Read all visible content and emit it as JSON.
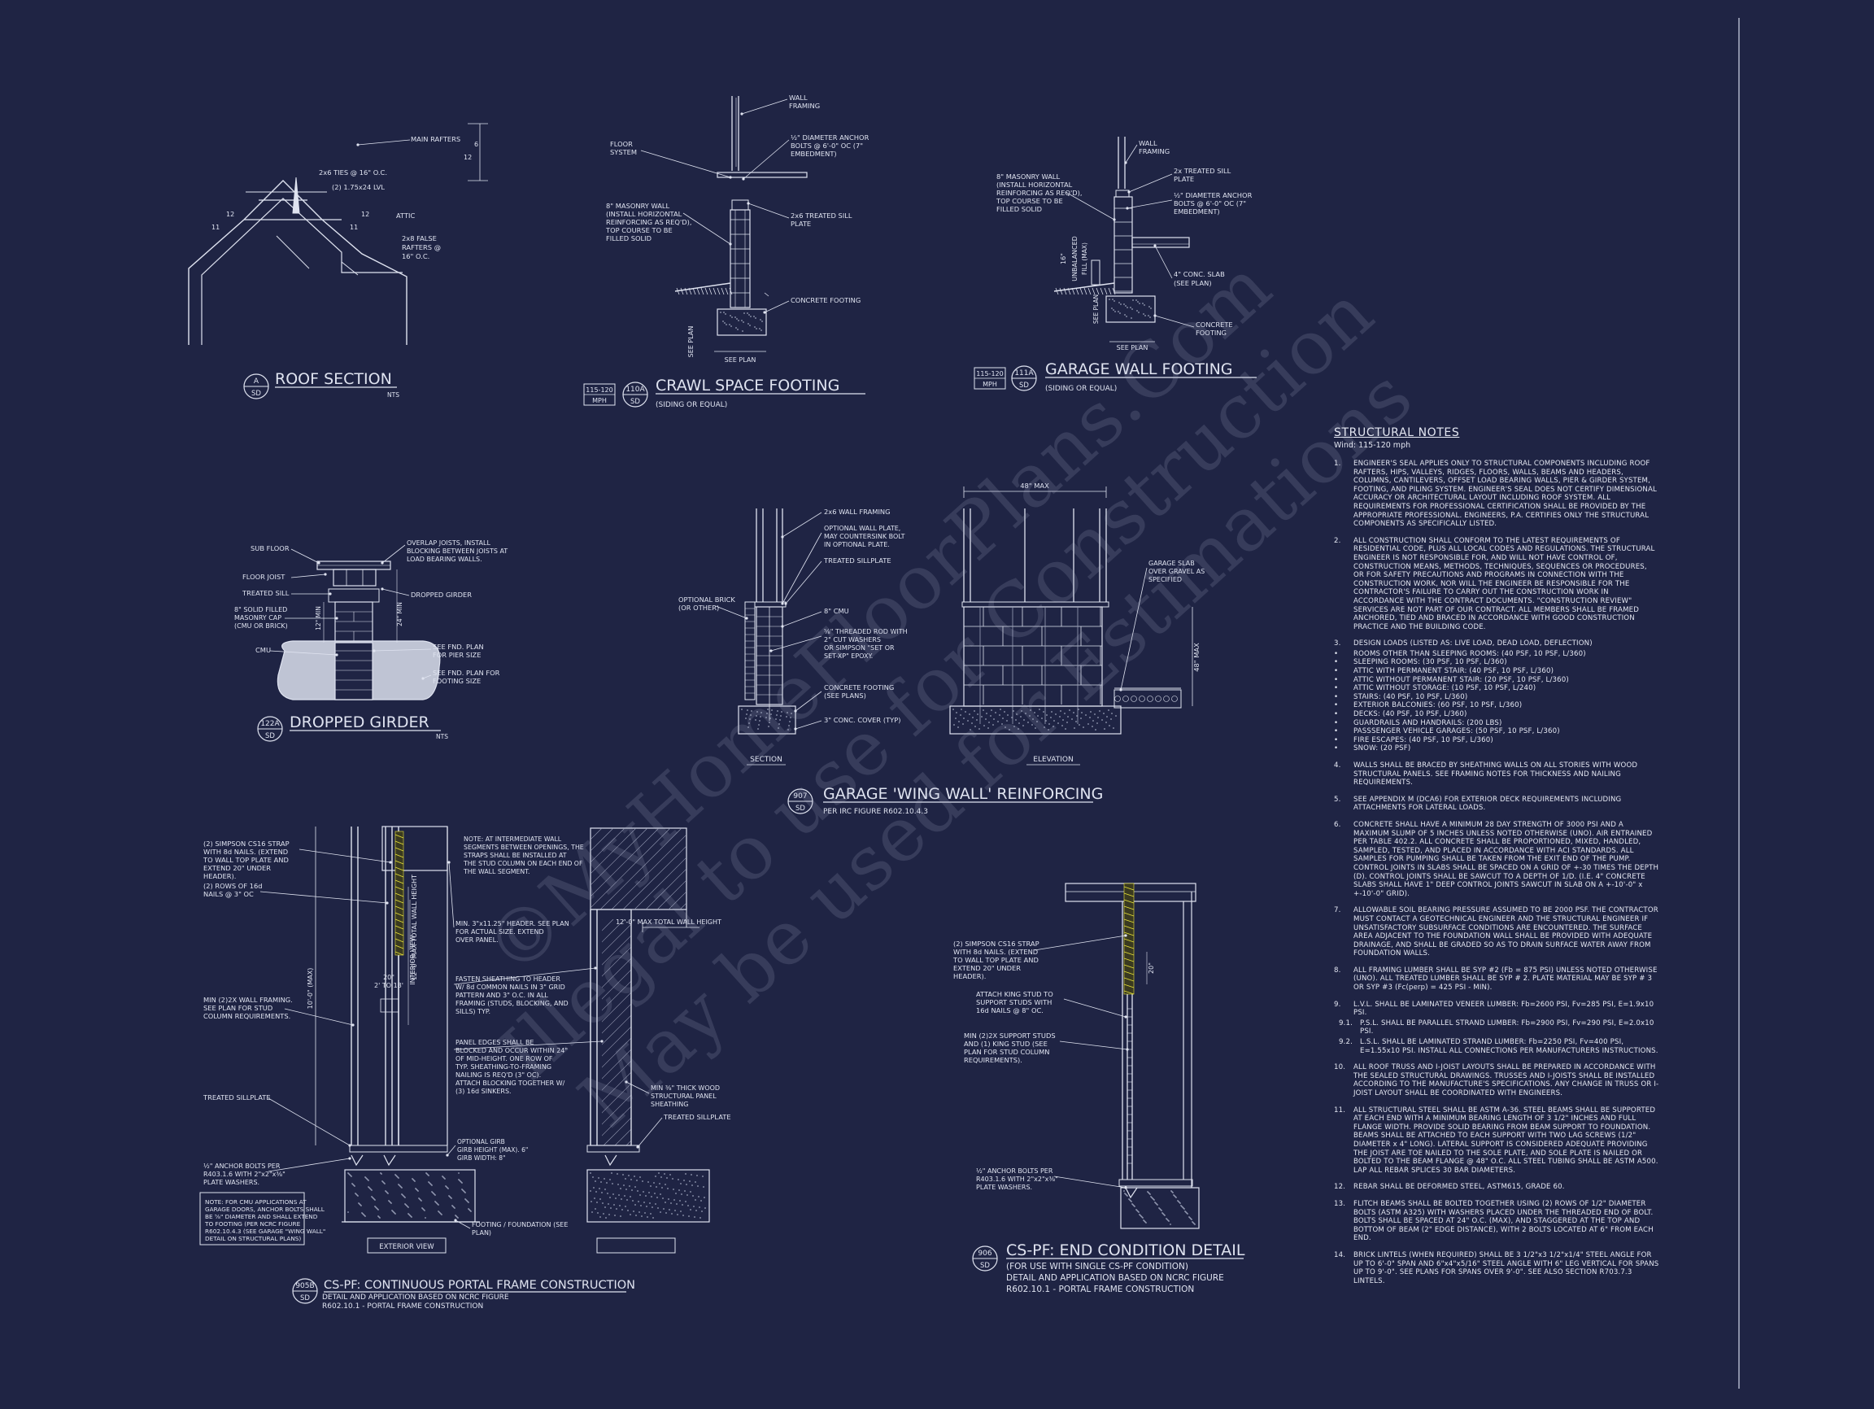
{
  "details": [
    {
      "id": "roof-section",
      "tag": "A",
      "sheet": "SD",
      "title": "ROOF SECTION",
      "scale": "NTS",
      "subtitle": "",
      "labels": [
        "MAIN RAFTERS",
        "6",
        "12",
        "2x6 TIES @ 16\" O.C.",
        "(2) 1.75x24 LVL",
        "12",
        "11",
        "12",
        "11",
        "ATTIC",
        "2x8 FALSE",
        "RAFTERS @",
        "16\" O.C."
      ]
    },
    {
      "id": "crawl-space-footing",
      "tag": "110A",
      "sheet": "SD",
      "wind": "115-120",
      "wind_unit": "MPH",
      "title": "CRAWL SPACE FOOTING",
      "subtitle": "(SIDING OR EQUAL)",
      "labels": [
        "WALL",
        "FRAMING",
        "FLOOR",
        "SYSTEM",
        "½\" DIAMETER ANCHOR",
        "BOLTS @ 6'-0\" OC (7\"",
        "EMBEDMENT)",
        "8\" MASONRY WALL",
        "(INSTALL HORIZONTAL",
        "REINFORCING AS REQ'D),",
        "TOP COURSE TO BE",
        "FILLED SOLID",
        "2x6 TREATED SILL",
        "PLATE",
        "CONCRETE FOOTING",
        "SEE PLAN",
        "SEE PLAN"
      ]
    },
    {
      "id": "garage-wall-footing",
      "tag": "111A",
      "sheet": "SD",
      "wind": "115-120",
      "wind_unit": "MPH",
      "title": "GARAGE WALL FOOTING",
      "subtitle": "(SIDING OR EQUAL)",
      "labels": [
        "WALL",
        "FRAMING",
        "2x TREATED SILL",
        "PLATE",
        "½\" DIAMETER ANCHOR",
        "BOLTS @ 6'-0\" OC (7\"",
        "EMBEDMENT)",
        "8\" MASONRY WALL",
        "(INSTALL HORIZONTAL",
        "REINFORCING AS REQ'D),",
        "TOP COURSE TO BE",
        "FILLED SOLID",
        "4\" CONC. SLAB",
        "(SEE PLAN)",
        "CONCRETE",
        "FOOTING",
        "SEE PLAN",
        "16\"",
        "UNBALANCED",
        "FILL",
        "(MAX)",
        "SEE PLAN"
      ]
    },
    {
      "id": "dropped-girder",
      "tag": "122A",
      "sheet": "SD",
      "title": "DROPPED GIRDER",
      "scale": "NTS",
      "subtitle": "",
      "labels": [
        "SUB FLOOR",
        "OVERLAP JOISTS, INSTALL",
        "BLOCKING BETWEEN JOISTS AT",
        "LOAD BEARING WALLS.",
        "FLOOR JOIST",
        "TREATED SILL",
        "DROPPED GIRDER",
        "8\" SOLID FILLED",
        "MASONRY CAP",
        "(CMU OR BRICK)",
        "CMU",
        "SEE FND. PLAN",
        "FOR PIER SIZE",
        "SEE FND. PLAN FOR",
        "FOOTING SIZE",
        "12\" MIN",
        "24\" MIN"
      ]
    },
    {
      "id": "garage-wing-wall",
      "tag": "907",
      "sheet": "SD",
      "title": "GARAGE 'WING WALL' REINFORCING",
      "subtitle": "PER IRC FIGURE R602.10.4.3",
      "labels": [
        "2x6 WALL FRAMING",
        "OPTIONAL WALL PLATE,",
        "MAY COUNTERSINK BOLT",
        "IN OPTIONAL PLATE.",
        "TREATED SILLPLATE",
        "OPTIONAL BRICK",
        "(OR OTHER)",
        "8\" CMU",
        "⅝\" THREADED ROD WITH",
        "2\" CUT WASHERS",
        "OR SIMPSON \"SET OR",
        "SET-XP\" EPOXY.",
        "CONCRETE FOOTING",
        "(SEE PLANS)",
        "3\" CONC. COVER (TYP)",
        "SECTION",
        "ELEVATION",
        "48\" MAX",
        "GARAGE SLAB",
        "OVER GRAVEL AS",
        "SPECIFIED",
        "48\" MAX"
      ]
    },
    {
      "id": "cs-pf-portal",
      "tag": "905B",
      "sheet": "SD",
      "title": "CS-PF: CONTINUOUS PORTAL FRAME CONSTRUCTION",
      "subtitle": "DETAIL AND APPLICATION BASED ON NCRC FIGURE",
      "subtitle2": "R602.10.1 - PORTAL FRAME CONSTRUCTION",
      "labels": [
        "(2) SIMPSON CS16 STRAP",
        "WITH 8d NAILS. (EXTEND",
        "TO WALL TOP PLATE AND",
        "EXTEND 20\" UNDER",
        "HEADER).",
        "(2) ROWS OF 16d",
        "NAILS @ 3\" OC",
        "MIN (2)2X WALL FRAMING.",
        "SEE PLAN FOR STUD",
        "COLUMN REQUIREMENTS.",
        "TREATED SILLPLATE",
        "½\" ANCHOR BOLTS PER",
        "R403.1.6 WITH 2\"x2\"x⅜\"",
        "PLATE WASHERS.",
        "NOTE: AT INTERMEDIATE WALL",
        "SEGMENTS BETWEEN OPENINGS, THE",
        "STRAPS SHALL BE INSTALLED AT",
        "THE STUD COLUMN ON EACH END OF",
        "THE WALL SEGMENT.",
        "MIN. 3\"x11.25\" HEADER. SEE PLAN",
        "FOR ACTUAL SIZE. EXTEND",
        "OVER PANEL.",
        "FASTEN SHEATHING TO HEADER",
        "W/ 8d COMMON NAILS IN 3\" GRID",
        "PATTERN AND 3\" O.C. IN ALL",
        "FRAMING (STUDS, BLOCKING, AND",
        "SILLS) TYP.",
        "PANEL EDGES SHALL BE",
        "BLOCKED AND OCCUR WITHIN 24\"",
        "OF MID-HEIGHT. ONE ROW OF",
        "TYP. SHEATHING-TO-FRAMING",
        "NAILING IS REQ'D (3\" OC).",
        "ATTACH BLOCKING TOGETHER W/",
        "(3) 16d SINKERS.",
        "OPTIONAL GIRB",
        "GIRB HEIGHT (MAX). 6\"",
        "GIRB WIDTH: 8\"",
        "MIN ⅜\" THICK WOOD",
        "STRUCTURAL PANEL",
        "SHEATHING",
        "TREATED SILLPLATE",
        "FOOTING / FOUNDATION (SEE",
        "PLAN)",
        "SEE",
        "PLAN",
        "20\"",
        "2' TO 18'",
        "12'-0\" MAX TOTAL WALL HEIGHT",
        "10'-0\" (MAX)",
        "INTERIOR VIEW",
        "EXTERIOR VIEW"
      ],
      "note_box": [
        "NOTE: FOR CMU APPLICATIONS AT",
        "GARAGE DOORS, ANCHOR BOLTS SHALL",
        "BE ⅝\" DIAMETER AND SHALL EXTEND",
        "TO FOOTING (PER NCRC FIGURE",
        "R602.10.4.3 (SEE GARAGE \"WING WALL\"",
        "DETAIL ON STRUCTURAL PLANS)"
      ]
    },
    {
      "id": "cs-pf-end",
      "tag": "906",
      "sheet": "SD",
      "title": "CS-PF: END CONDITION DETAIL",
      "subtitle": "(FOR USE WITH SINGLE CS-PF CONDITION)",
      "subtitle2": "DETAIL AND APPLICATION BASED ON NCRC FIGURE",
      "subtitle3": "R602.10.1 - PORTAL FRAME CONSTRUCTION",
      "labels": [
        "(2) SIMPSON CS16 STRAP",
        "WITH 8d NAILS. (EXTEND",
        "TO WALL TOP PLATE AND",
        "EXTEND 20\" UNDER",
        "HEADER).",
        "ATTACH KING STUD TO",
        "SUPPORT STUDS WITH",
        "16d NAILS @ 8\" OC.",
        "MIN (2)2X SUPPORT STUDS",
        "AND (1) KING STUD (SEE",
        "PLAN FOR STUD COLUMN",
        "REQUIREMENTS).",
        "½\" ANCHOR BOLTS PER",
        "R403.1.6 WITH 2\"x2\"x⅜\"",
        "PLATE WASHERS.",
        "20\""
      ]
    }
  ],
  "notes": {
    "title": "STRUCTURAL NOTES",
    "subtitle": "Wind: 115-120 mph",
    "items": [
      {
        "num": "1.",
        "text": "ENGINEER'S SEAL APPLIES ONLY TO STRUCTURAL COMPONENTS INCLUDING ROOF RAFTERS, HIPS, VALLEYS, RIDGES, FLOORS, WALLS, BEAMS AND HEADERS, COLUMNS, CANTILEVERS, OFFSET LOAD BEARING WALLS, PIER & GIRDER SYSTEM, FOOTING, AND PILING SYSTEM. ENGINEER'S SEAL DOES NOT CERTIFY DIMENSIONAL ACCURACY OR ARCHITECTURAL LAYOUT INCLUDING ROOF SYSTEM. ALL REQUIREMENTS FOR PROFESSIONAL CERTIFICATION SHALL BE PROVIDED BY THE APPROPRIATE PROFESSIONAL. ENGINEERS, P.A. CERTIFIES ONLY THE STRUCTURAL COMPONENTS AS SPECIFICALLY LISTED."
      },
      {
        "num": "2.",
        "text": "ALL CONSTRUCTION SHALL CONFORM TO THE LATEST REQUIREMENTS OF RESIDENTIAL CODE, PLUS ALL LOCAL CODES AND REGULATIONS. THE STRUCTURAL ENGINEER IS NOT RESPONSIBLE FOR, AND WILL NOT HAVE CONTROL OF, CONSTRUCTION MEANS, METHODS, TECHNIQUES, SEQUENCES OR PROCEDURES, OR FOR SAFETY PRECAUTIONS AND PROGRAMS IN CONNECTION WITH THE CONSTRUCTION WORK, NOR WILL THE ENGINEER BE RESPONSIBLE FOR THE CONTRACTOR'S FAILURE TO CARRY OUT THE CONSTRUCTION WORK IN ACCORDANCE WITH THE CONTRACT DOCUMENTS. \"CONSTRUCTION REVIEW\" SERVICES ARE NOT PART OF OUR CONTRACT. ALL MEMBERS SHALL BE FRAMED ANCHORED, TIED AND BRACED IN ACCORDANCE WITH GOOD CONSTRUCTION PRACTICE AND THE BUILDING CODE."
      },
      {
        "num": "3.",
        "text": "DESIGN LOADS (LISTED AS: LIVE LOAD, DEAD LOAD, DEFLECTION)",
        "loads": [
          "ROOMS OTHER THAN SLEEPING ROOMS: (40 PSF, 10 PSF, L/360)",
          "SLEEPING ROOMS: (30 PSF, 10 PSF, L/360)",
          "ATTIC WITH PERMANENT STAIR: (40 PSF, 10 PSF, L/360)",
          "ATTIC WITHOUT PERMANENT STAIR: (20 PSF, 10 PSF, L/360)",
          "ATTIC WITHOUT STORAGE: (10 PSF, 10 PSF, L/240)",
          "STAIRS: (40 PSF, 10 PSF, L/360)",
          "EXTERIOR BALCONIES: (60 PSF, 10 PSF, L/360)",
          "DECKS: (40 PSF, 10 PSF, L/360)",
          "GUARDRAILS AND HANDRAILS: (200 LBS)",
          "PASSSENGER VEHICLE GARAGES: (50 PSF, 10 PSF, L/360)",
          "FIRE ESCAPES: (40 PSF, 10 PSF, L/360)",
          "SNOW: (20 PSF)"
        ]
      },
      {
        "num": "4.",
        "text": "WALLS SHALL BE BRACED BY SHEATHING WALLS ON ALL STORIES WITH WOOD STRUCTURAL PANELS. SEE FRAMING NOTES FOR THICKNESS AND NAILING REQUIREMENTS."
      },
      {
        "num": "5.",
        "text": "SEE APPENDIX M (DCA6) FOR EXTERIOR DECK REQUIREMENTS INCLUDING ATTACHMENTS FOR LATERAL LOADS."
      },
      {
        "num": "6.",
        "text": "CONCRETE SHALL HAVE A MINIMUM 28 DAY STRENGTH OF 3000 PSI AND A MAXIMUM SLUMP OF 5 INCHES UNLESS NOTED OTHERWISE (UNO). AIR ENTRAINED PER TABLE 402.2. ALL CONCRETE SHALL BE PROPORTIONED, MIXED, HANDLED, SAMPLED, TESTED, AND PLACED IN ACCORDANCE WITH ACI STANDARDS. ALL SAMPLES FOR PUMPING SHALL BE TAKEN FROM THE EXIT END OF THE PUMP. CONTROL JOINTS IN SLABS SHALL BE SPACED ON A GRID OF +-30 TIMES THE DEPTH (D). CONTROL JOINTS SHALL BE SAWCUT TO A DEPTH OF 1/D. (I.E. 4\" CONCRETE SLABS SHALL HAVE 1\" DEEP CONTROL JOINTS SAWCUT IN SLAB ON A +-10'-0\" x +-10'-0\" GRID)."
      },
      {
        "num": "7.",
        "text": "ALLOWABLE SOIL BEARING PRESSURE ASSUMED TO BE 2000 PSF. THE CONTRACTOR MUST CONTACT A GEOTECHNICAL ENGINEER AND THE STRUCTURAL ENGINEER IF UNSATISFACTORY SUBSURFACE CONDITIONS ARE ENCOUNTERED. THE SURFACE AREA ADJACENT TO THE FOUNDATION WALL SHALL BE PROVIDED WITH ADEQUATE DRAINAGE, AND SHALL BE GRADED SO AS TO DRAIN SURFACE WATER AWAY FROM FOUNDATION WALLS."
      },
      {
        "num": "8.",
        "text": "ALL FRAMING LUMBER SHALL BE SYP #2 (Fb = 875 PSI) UNLESS NOTED OTHERWISE (UNO). ALL TREATED LUMBER SHALL BE SYP # 2. PLATE MATERIAL MAY BE SYP # 3 OR SYP #3 (Fc(perp) = 425 PSI - MIN)."
      },
      {
        "num": "9.",
        "text": "L.V.L. SHALL BE LAMINATED VENEER LUMBER: Fb=2600 PSI, Fv=285 PSI, E=1.9x10 PSI.",
        "subs": [
          {
            "num": "9.1.",
            "text": "P.S.L. SHALL BE PARALLEL STRAND LUMBER: Fb=2900 PSI, Fv=290 PSI, E=2.0x10 PSI."
          },
          {
            "num": "9.2.",
            "text": "L.S.L. SHALL BE LAMINATED STRAND LUMBER: Fb=2250 PSI, Fv=400 PSI, E=1.55x10 PSI. INSTALL ALL CONNECTIONS PER MANUFACTURERS INSTRUCTIONS."
          }
        ]
      },
      {
        "num": "10.",
        "text": "ALL ROOF TRUSS AND I-JOIST LAYOUTS SHALL BE PREPARED IN ACCORDANCE WITH THE SEALED STRUCTURAL DRAWINGS. TRUSSES AND I-JOISTS SHALL BE INSTALLED ACCORDING TO THE MANUFACTURE'S SPECIFICATIONS. ANY CHANGE IN TRUSS OR I-JOIST LAYOUT SHALL BE COORDINATED WITH ENGINEERS."
      },
      {
        "num": "11.",
        "text": "ALL STRUCTURAL STEEL SHALL BE ASTM A-36. STEEL BEAMS SHALL BE SUPPORTED AT EACH END WITH A MINIMUM BEARING LENGTH OF 3 1/2\" INCHES AND FULL FLANGE WIDTH. PROVIDE SOLID BEARING FROM BEAM SUPPORT TO FOUNDATION. BEAMS SHALL BE ATTACHED TO EACH SUPPORT WITH TWO LAG SCREWS (1/2\" DIAMETER x 4\" LONG). LATERAL SUPPORT IS CONSIDERED ADEQUATE PROVIDING THE JOIST ARE TOE NAILED TO THE SOLE PLATE, AND SOLE PLATE IS NAILED OR BOLTED TO THE BEAM FLANGE @ 48\" O.C. ALL STEEL TUBING SHALL BE ASTM A500. LAP ALL REBAR SPLICES 30 BAR DIAMETERS."
      },
      {
        "num": "12.",
        "text": "REBAR SHALL BE DEFORMED STEEL, ASTM615, GRADE 60."
      },
      {
        "num": "13.",
        "text": "FLITCH BEAMS SHALL BE BOLTED TOGETHER USING (2) ROWS OF 1/2\" DIAMETER BOLTS (ASTM A325) WITH WASHERS PLACED UNDER THE THREADED END OF BOLT. BOLTS SHALL BE SPACED AT 24\" O.C. (MAX), AND STAGGERED AT THE TOP AND BOTTOM OF BEAM (2\" EDGE DISTANCE), WITH 2 BOLTS LOCATED AT 6\" FROM EACH END."
      },
      {
        "num": "14.",
        "text": "BRICK LINTELS (WHEN REQUIRED) SHALL BE 3 1/2\"x3 1/2\"x1/4\" STEEL ANGLE FOR UP TO 6'-0\" SPAN AND 6\"x4\"x5/16\" STEEL ANGLE WITH 6\" LEG VERTICAL FOR SPANS UP TO 9'-0\". SEE PLANS FOR SPANS OVER 9'-0\". SEE ALSO SECTION R703.7.3 LINTELS."
      }
    ]
  },
  "watermark": [
    "©MyHomeFloorPlans.Com",
    "Illegal to use for Construction",
    "May be used for Estimations"
  ],
  "colors": {
    "background": "#1f2444",
    "line": "#dfe3f0",
    "strap": "#e8e23a",
    "dim": "#9aa0b8"
  }
}
